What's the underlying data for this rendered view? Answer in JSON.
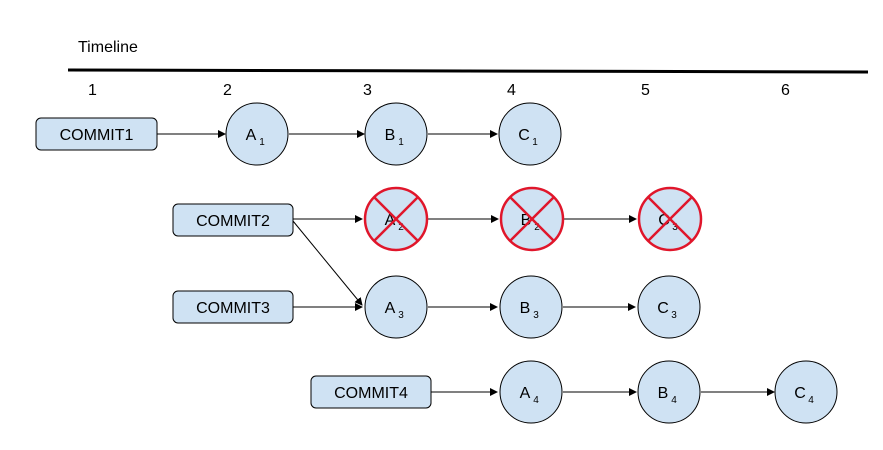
{
  "title": "Timeline",
  "ticks": [
    "1",
    "2",
    "3",
    "4",
    "5",
    "6"
  ],
  "colors": {
    "node_fill": "#cfe2f3",
    "stroke": "#000000",
    "cross": "#e0162b",
    "text": "#000000"
  },
  "commits": [
    {
      "label": "COMMIT1",
      "nodes": [
        {
          "letter": "A",
          "sub": "1",
          "crossed": false
        },
        {
          "letter": "B",
          "sub": "1",
          "crossed": false
        },
        {
          "letter": "C",
          "sub": "1",
          "crossed": false
        }
      ]
    },
    {
      "label": "COMMIT2",
      "nodes": [
        {
          "letter": "A",
          "sub": "2",
          "crossed": true
        },
        {
          "letter": "B",
          "sub": "2",
          "crossed": true
        },
        {
          "letter": "C",
          "sub": "3",
          "crossed": true
        }
      ]
    },
    {
      "label": "COMMIT3",
      "nodes": [
        {
          "letter": "A",
          "sub": "3",
          "crossed": false
        },
        {
          "letter": "B",
          "sub": "3",
          "crossed": false
        },
        {
          "letter": "C",
          "sub": "3",
          "crossed": false
        }
      ]
    },
    {
      "label": "COMMIT4",
      "nodes": [
        {
          "letter": "A",
          "sub": "4",
          "crossed": false
        },
        {
          "letter": "B",
          "sub": "4",
          "crossed": false
        },
        {
          "letter": "C",
          "sub": "4",
          "crossed": false
        }
      ]
    }
  ]
}
